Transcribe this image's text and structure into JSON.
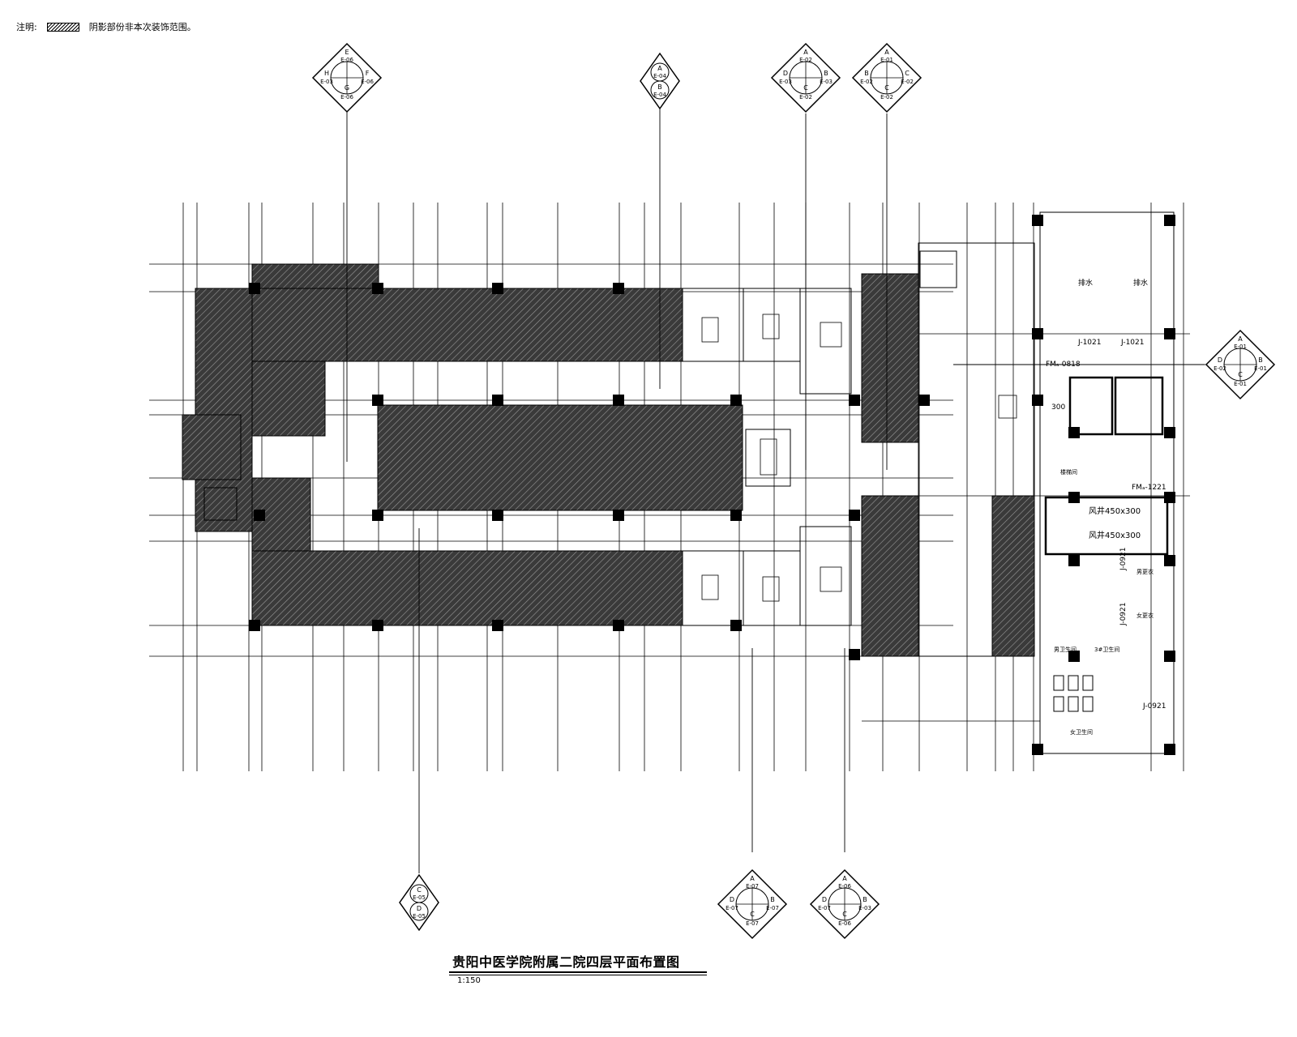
{
  "legend": {
    "note_label": "注明:",
    "note_text": "阴影部份非本次装饰范围。"
  },
  "title": {
    "main": "贵阳中医学院附属二院四层平面布置图",
    "scale": "1:150"
  },
  "top_markers": [
    {
      "id": "m1",
      "top": "E",
      "top_ref": "E-06",
      "left": "H",
      "left_ref": "E-03",
      "right": "F",
      "right_ref": "E-06",
      "bottom": "G",
      "bottom_ref": "E-06"
    },
    {
      "id": "m2",
      "top": "A",
      "top_ref": "E-04",
      "bottom": "B",
      "bottom_ref": "E-04"
    },
    {
      "id": "m3",
      "top": "A",
      "top_ref": "E-02",
      "left": "D",
      "left_ref": "E-03",
      "right": "B",
      "right_ref": "E-03",
      "bottom": "C",
      "bottom_ref": "E-02"
    },
    {
      "id": "m4",
      "top": "A",
      "top_ref": "E-01",
      "left": "B",
      "left_ref": "E-02",
      "right": "C",
      "right_ref": "E-02",
      "bottom": "C",
      "bottom_ref": "E-02"
    }
  ],
  "right_marker": {
    "top": "A",
    "top_ref": "E-01",
    "left": "D",
    "left_ref": "E-02",
    "right": "B",
    "right_ref": "E-01",
    "bottom": "C",
    "bottom_ref": "E-01"
  },
  "bottom_markers": [
    {
      "id": "b1",
      "top": "C",
      "top_ref": "E-05",
      "bottom": "D",
      "bottom_ref": "E-05"
    },
    {
      "id": "b2",
      "top": "A",
      "top_ref": "E-07",
      "left": "D",
      "left_ref": "E-07",
      "right": "B",
      "right_ref": "E-07",
      "bottom": "C",
      "bottom_ref": "E-07"
    },
    {
      "id": "b3",
      "top": "A",
      "top_ref": "E-06",
      "left": "D",
      "left_ref": "E-07",
      "right": "B",
      "right_ref": "E-03",
      "bottom": "C",
      "bottom_ref": "E-06"
    }
  ],
  "labels": {
    "door_a": "J-1021",
    "door_b": "J-1021",
    "fm_top": "FMₐ-0818",
    "fm_right": "FMₐ-1221",
    "duct1": "风井450x300",
    "duct2": "风井450x300",
    "duct_small": "300",
    "door_j0921a": "J-0921",
    "door_j0921b": "J-0921",
    "door_j0921c": "J-0921",
    "room_a": "排水",
    "room_b": "排水",
    "toilet_male": "男更衣",
    "toilet_female": "女更衣",
    "wc_male": "男卫生间",
    "wc_female": "女卫生间",
    "no3": "3#卫生间",
    "stair": "楼梯间"
  }
}
